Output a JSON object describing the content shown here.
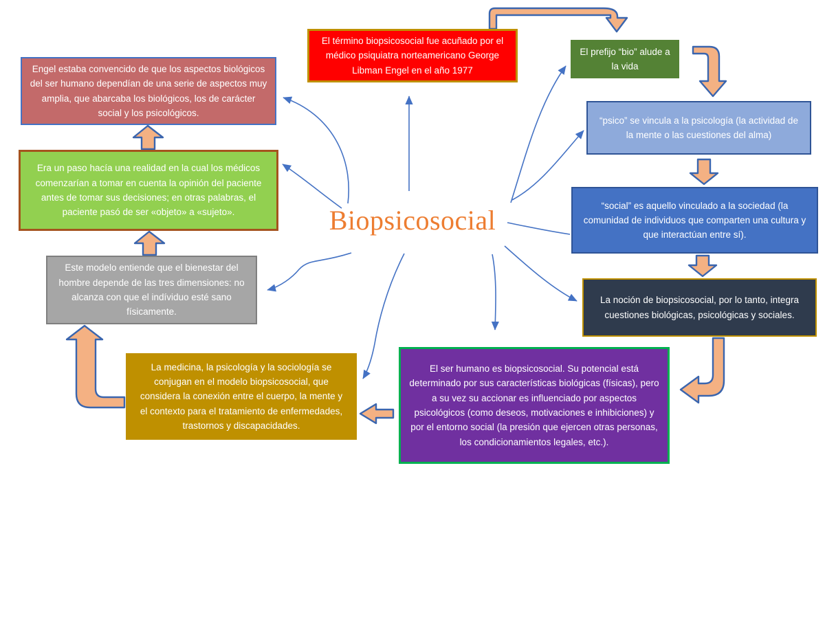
{
  "title": "Biopsicosocial",
  "colors": {
    "title_text": "#ED7D31",
    "connector": "#4472C4",
    "block_arrow_fill": "#F4B183",
    "block_arrow_stroke": "#3A65AE",
    "background": "#FFFFFF"
  },
  "boxes": {
    "termino": {
      "text": "El término biopsicosocial fue acuñado por el médico psiquiatra norteamericano George Libman Engel en el año 1977",
      "bg": "#FF0000",
      "border": "#BF9000"
    },
    "engel": {
      "text": "Engel estaba convencido de que los aspectos biológicos del ser humano dependían de una serie de aspectos muy amplia, que abarcaba los biológicos, los de carácter social y los psicológicos.",
      "bg": "#C36A6A",
      "border": "#4472C4"
    },
    "paso": {
      "text": "Era un paso hacía una realidad en la cual los médicos comenzarían a tomar en cuenta la opinión del paciente antes de tomar sus decisiones; en otras palabras, el paciente pasó de ser «objeto» a «sujeto».",
      "bg": "#92D050",
      "border": "#A5531E"
    },
    "modelo": {
      "text": "Este modelo entiende que el bienestar del hombre depende de las tres dimensiones: no alcanza con que el indíviduo esté sano físicamente.",
      "bg": "#A6A6A6",
      "border": "#7F7F7F"
    },
    "medicina": {
      "text": "La medicina, la psicología y la sociología se conjugan en el modelo biopsicosocial, que considera la conexión entre el cuerpo, la mente y el contexto para el tratamiento de enfermedades, trastornos y discapacidades.",
      "bg": "#BF9000",
      "border": null
    },
    "serhumano": {
      "text": "El ser humano es biopsicosocial. Su potencial está determinado por sus características biológicas (físicas), pero a su vez su accionar es influenciado por aspectos psicológicos (como deseos, motivaciones e inhibiciones) y por el entorno social (la presión que ejercen otras personas, los condicionamientos legales, etc.).",
      "bg": "#7030A0",
      "border": "#00B050"
    },
    "bio": {
      "text": "El prefijo “bio” alude a la vida",
      "bg": "#548235",
      "border": null
    },
    "psico": {
      "text": "“psico” se vincula a la psicología (la actividad de la mente o las cuestiones del alma)",
      "bg": "#8EAADB",
      "border": "#2F5496"
    },
    "social": {
      "text": "“social” es aquello vinculado a la sociedad (la comunidad de individuos que comparten una cultura y que interactúan entre sí).",
      "bg": "#4472C4",
      "border": "#2F5496"
    },
    "nocion": {
      "text": "La noción de biopsicosocial, por lo tanto, integra cuestiones biológicas, psicológicas y sociales.",
      "bg": "#2F3B4D",
      "border": "#BF9000"
    }
  }
}
